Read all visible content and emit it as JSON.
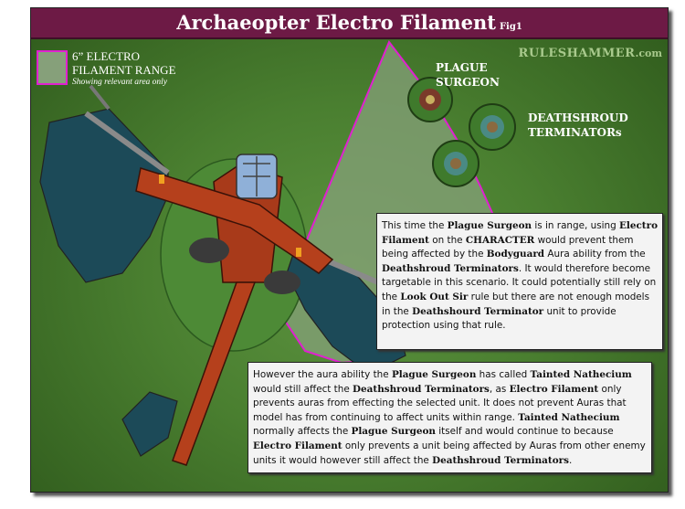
{
  "title": {
    "main": "Archaeopter Electro Filament",
    "fig": "Fig1"
  },
  "legend": {
    "line1": "6” ELECTRO",
    "line2": "FILAMENT RANGE",
    "note": "Showing relevant area only"
  },
  "brand": {
    "name": "RULESHAMMER",
    "domain": ".com"
  },
  "units": {
    "plague_surgeon": [
      "PLAGUE",
      "SURGEON"
    ],
    "deathshroud": [
      "DEATHSHROUD",
      "TERMINATORs"
    ]
  },
  "colors": {
    "title_bar": "#6d1a45",
    "range_outline": "#e020d0",
    "range_fill": "#86a07a",
    "background": "#4a7f30"
  },
  "box1": [
    {
      "t": "This time the "
    },
    {
      "t": "Plague Surgeon",
      "b": true
    },
    {
      "t": " is in range, using "
    },
    {
      "t": "Electro Filament",
      "b": true
    },
    {
      "t": " on the "
    },
    {
      "t": "CHARACTER",
      "b": true
    },
    {
      "t": " would prevent them being affected by the "
    },
    {
      "t": "Bodyguard",
      "b": true
    },
    {
      "t": " Aura ability from the "
    },
    {
      "t": "Deathshroud Terminators",
      "b": true
    },
    {
      "t": ". It would therefore become targetable in this scenario. It could potentially still rely on the "
    },
    {
      "t": "Look Out Sir",
      "b": true
    },
    {
      "t": " rule but there are not enough models in the "
    },
    {
      "t": "Deathshourd Terminator",
      "b": true
    },
    {
      "t": " unit to provide protection using that rule."
    }
  ],
  "box2": [
    {
      "t": "However the aura ability the "
    },
    {
      "t": "Plague Surgeon",
      "b": true
    },
    {
      "t": " has called "
    },
    {
      "t": "Tainted Nathecium",
      "b": true
    },
    {
      "t": " would still affect the "
    },
    {
      "t": "Deathshroud Terminators",
      "b": true
    },
    {
      "t": ", as "
    },
    {
      "t": "Electro Filament",
      "b": true
    },
    {
      "t": " only prevents auras from effecting the selected unit. It does not prevent Auras that model has from continuing to affect units within range. "
    },
    {
      "t": "Tainted Nathecium",
      "b": true
    },
    {
      "t": " normally affects the "
    },
    {
      "t": "Plague Surgeon",
      "b": true
    },
    {
      "t": " itself and would continue to because "
    },
    {
      "t": "Electro Filament",
      "b": true
    },
    {
      "t": " only prevents a unit being affected by Auras from other enemy units it would however still affect the "
    },
    {
      "t": "Deathshroud Terminators",
      "b": true
    },
    {
      "t": "."
    }
  ]
}
